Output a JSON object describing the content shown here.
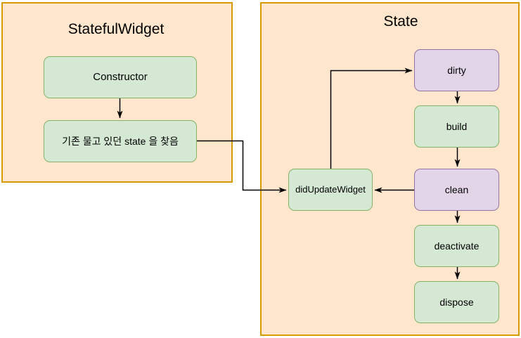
{
  "containers": {
    "stateful_widget": {
      "title": "StatefulWidget"
    },
    "state": {
      "title": "State"
    }
  },
  "nodes": {
    "constructor": {
      "label": "Constructor",
      "style": "green"
    },
    "state_found": {
      "label": "기존 물고 있던 state 을 찾음",
      "style": "green"
    },
    "dirty": {
      "label": "dirty",
      "style": "purple"
    },
    "build": {
      "label": "build",
      "style": "green"
    },
    "clean": {
      "label": "clean",
      "style": "purple"
    },
    "did_update_widget": {
      "label": "didUpdateWidget",
      "style": "green"
    },
    "deactivate": {
      "label": "deactivate",
      "style": "green"
    },
    "dispose": {
      "label": "dispose",
      "style": "green"
    }
  },
  "edges": [
    {
      "from": "constructor",
      "to": "state_found"
    },
    {
      "from": "state_found",
      "to": "did_update_widget"
    },
    {
      "from": "did_update_widget",
      "to": "dirty"
    },
    {
      "from": "dirty",
      "to": "build"
    },
    {
      "from": "build",
      "to": "clean"
    },
    {
      "from": "clean",
      "to": "did_update_widget"
    },
    {
      "from": "clean",
      "to": "deactivate"
    },
    {
      "from": "deactivate",
      "to": "dispose"
    }
  ],
  "colors": {
    "background": "#FFFFFF",
    "container_fill": "#FFE6CC",
    "container_border": "#D79B00",
    "node_green_fill": "#D5E8D4",
    "node_green_border": "#82B366",
    "node_purple_fill": "#E1D5E7",
    "node_purple_border": "#9673A6",
    "edge": "#000000",
    "text": "#000000"
  }
}
